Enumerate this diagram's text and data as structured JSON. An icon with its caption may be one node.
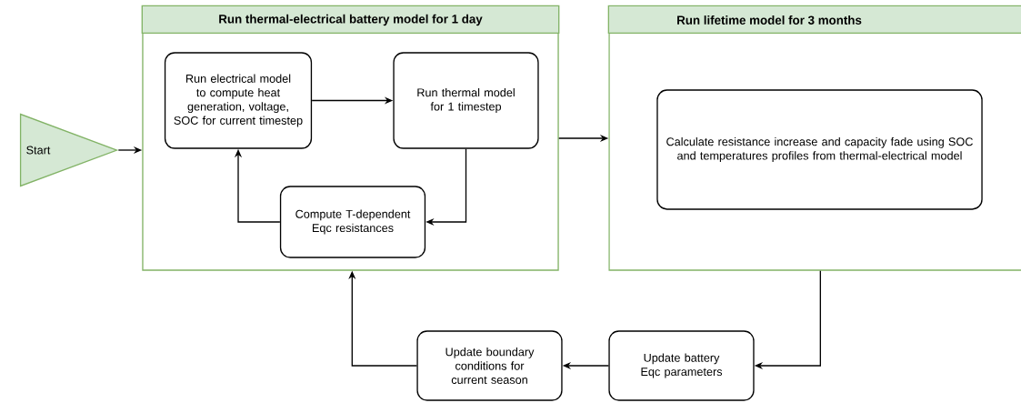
{
  "diagram": {
    "nodes": [
      {
        "text": [
          "Start"
        ]
      },
      {
        "text": [
          "Run thermal-electrical battery model for 1 day"
        ]
      },
      {
        "text": [
          "Run electrical model to compute heat generation, voltage, SOC for current timestep"
        ],
        "in": 1
      },
      {
        "text": [
          "Run thermal model for 1 timestep"
        ],
        "in": 1
      },
      {
        "text": [
          "Compute T-dependent Eqc resistances"
        ],
        "in": 1
      },
      {
        "text": [
          "Run lifetime model for 3 months"
        ]
      },
      {
        "text": [
          "Calculate resistance increase and capacity fade using SOC and temperatures profiles from thermal-electrical model"
        ],
        "in": 5
      },
      {
        "text": [
          "Update battery Eqc parameters"
        ]
      },
      {
        "text": [
          "Update boundary conditions for current season"
        ]
      }
    ],
    "edges": [
      {
        "from": 0,
        "to": 1,
        "arrow": "to"
      },
      {
        "from": 2,
        "to": 3,
        "arrow": "to"
      },
      {
        "from": 3,
        "to": 4,
        "arrow": "to"
      },
      {
        "from": 4,
        "to": 2,
        "arrow": "to"
      },
      {
        "from": 1,
        "to": 5,
        "arrow": "to"
      },
      {
        "from": 5,
        "to": 7,
        "arrow": "to"
      },
      {
        "from": 7,
        "to": 8,
        "arrow": "to"
      },
      {
        "from": 8,
        "to": 1,
        "arrow": "to"
      }
    ]
  }
}
